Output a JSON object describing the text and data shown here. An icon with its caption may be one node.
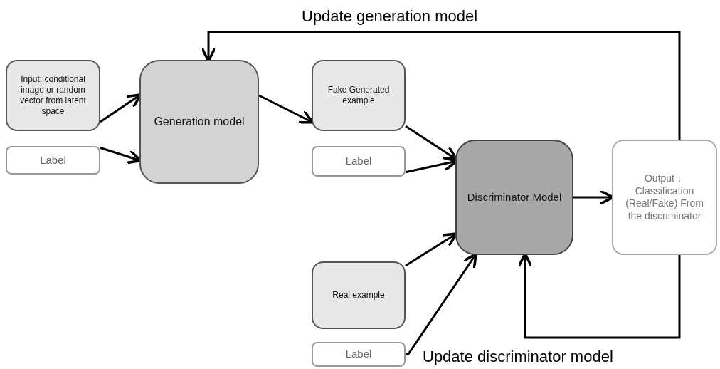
{
  "diagram": {
    "nodes": [
      {
        "text": [
          "Input: conditional image or random vector from latent space"
        ]
      },
      {
        "text": [
          "Label"
        ]
      },
      {
        "text": [
          "Generation model"
        ]
      },
      {
        "text": [
          "Fake Generated example"
        ]
      },
      {
        "text": [
          "Label"
        ]
      },
      {
        "text": [
          "Discriminator Model"
        ]
      },
      {
        "text": [
          "Output： Classification (Real/Fake) From the discriminator"
        ]
      },
      {
        "text": [
          "Real example"
        ]
      },
      {
        "text": [
          "Label"
        ]
      }
    ],
    "edges": [
      {
        "from": 0,
        "to": 2,
        "arrow": "to"
      },
      {
        "from": 1,
        "to": 2,
        "arrow": "to"
      },
      {
        "from": 2,
        "to": 3,
        "arrow": "to"
      },
      {
        "from": 3,
        "to": 5,
        "arrow": "to"
      },
      {
        "from": 4,
        "to": 5,
        "arrow": "to"
      },
      {
        "from": 7,
        "to": 5,
        "arrow": "to"
      },
      {
        "from": 8,
        "to": 5,
        "arrow": "to"
      },
      {
        "from": 5,
        "to": 6,
        "arrow": "to"
      },
      {
        "from": 6,
        "to": 2,
        "arrow": "to",
        "label": "Update generation model"
      },
      {
        "from": 6,
        "to": 5,
        "arrow": "to",
        "label": "Update discriminator model"
      }
    ]
  }
}
